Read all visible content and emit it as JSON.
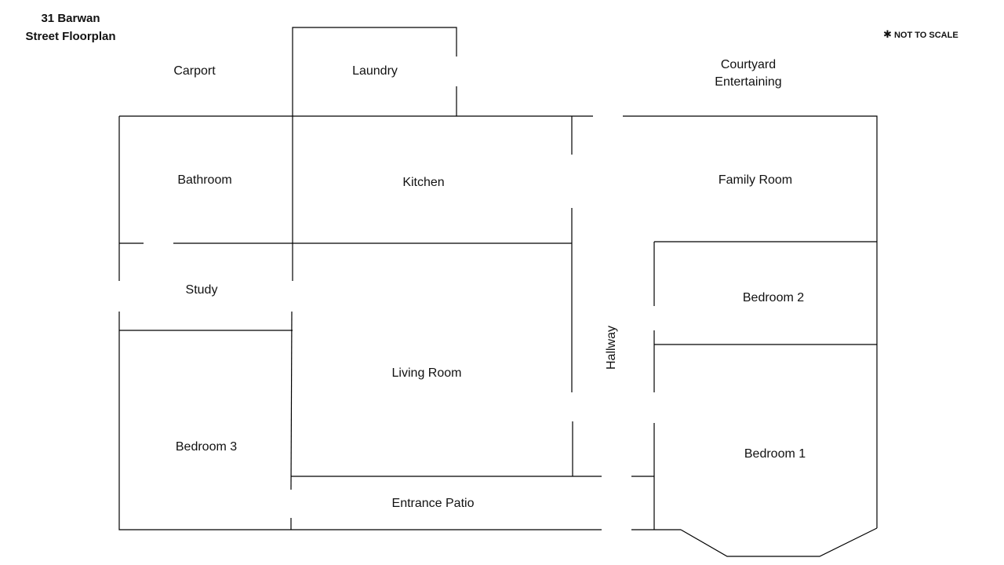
{
  "title": {
    "line1": "31 Barwan",
    "line2": "Street Floorplan"
  },
  "note": {
    "symbol": "✱",
    "text": "NOT TO SCALE"
  },
  "rooms": {
    "carport": "Carport",
    "laundry": "Laundry",
    "courtyard_line1": "Courtyard",
    "courtyard_line2": "Entertaining",
    "bathroom": "Bathroom",
    "kitchen": "Kitchen",
    "family_room": "Family Room",
    "study": "Study",
    "bedroom_2": "Bedroom 2",
    "hallway": "Hallway",
    "living_room": "Living Room",
    "bedroom_3": "Bedroom 3",
    "bedroom_1": "Bedroom 1",
    "entrance_patio": "Entrance Patio"
  }
}
